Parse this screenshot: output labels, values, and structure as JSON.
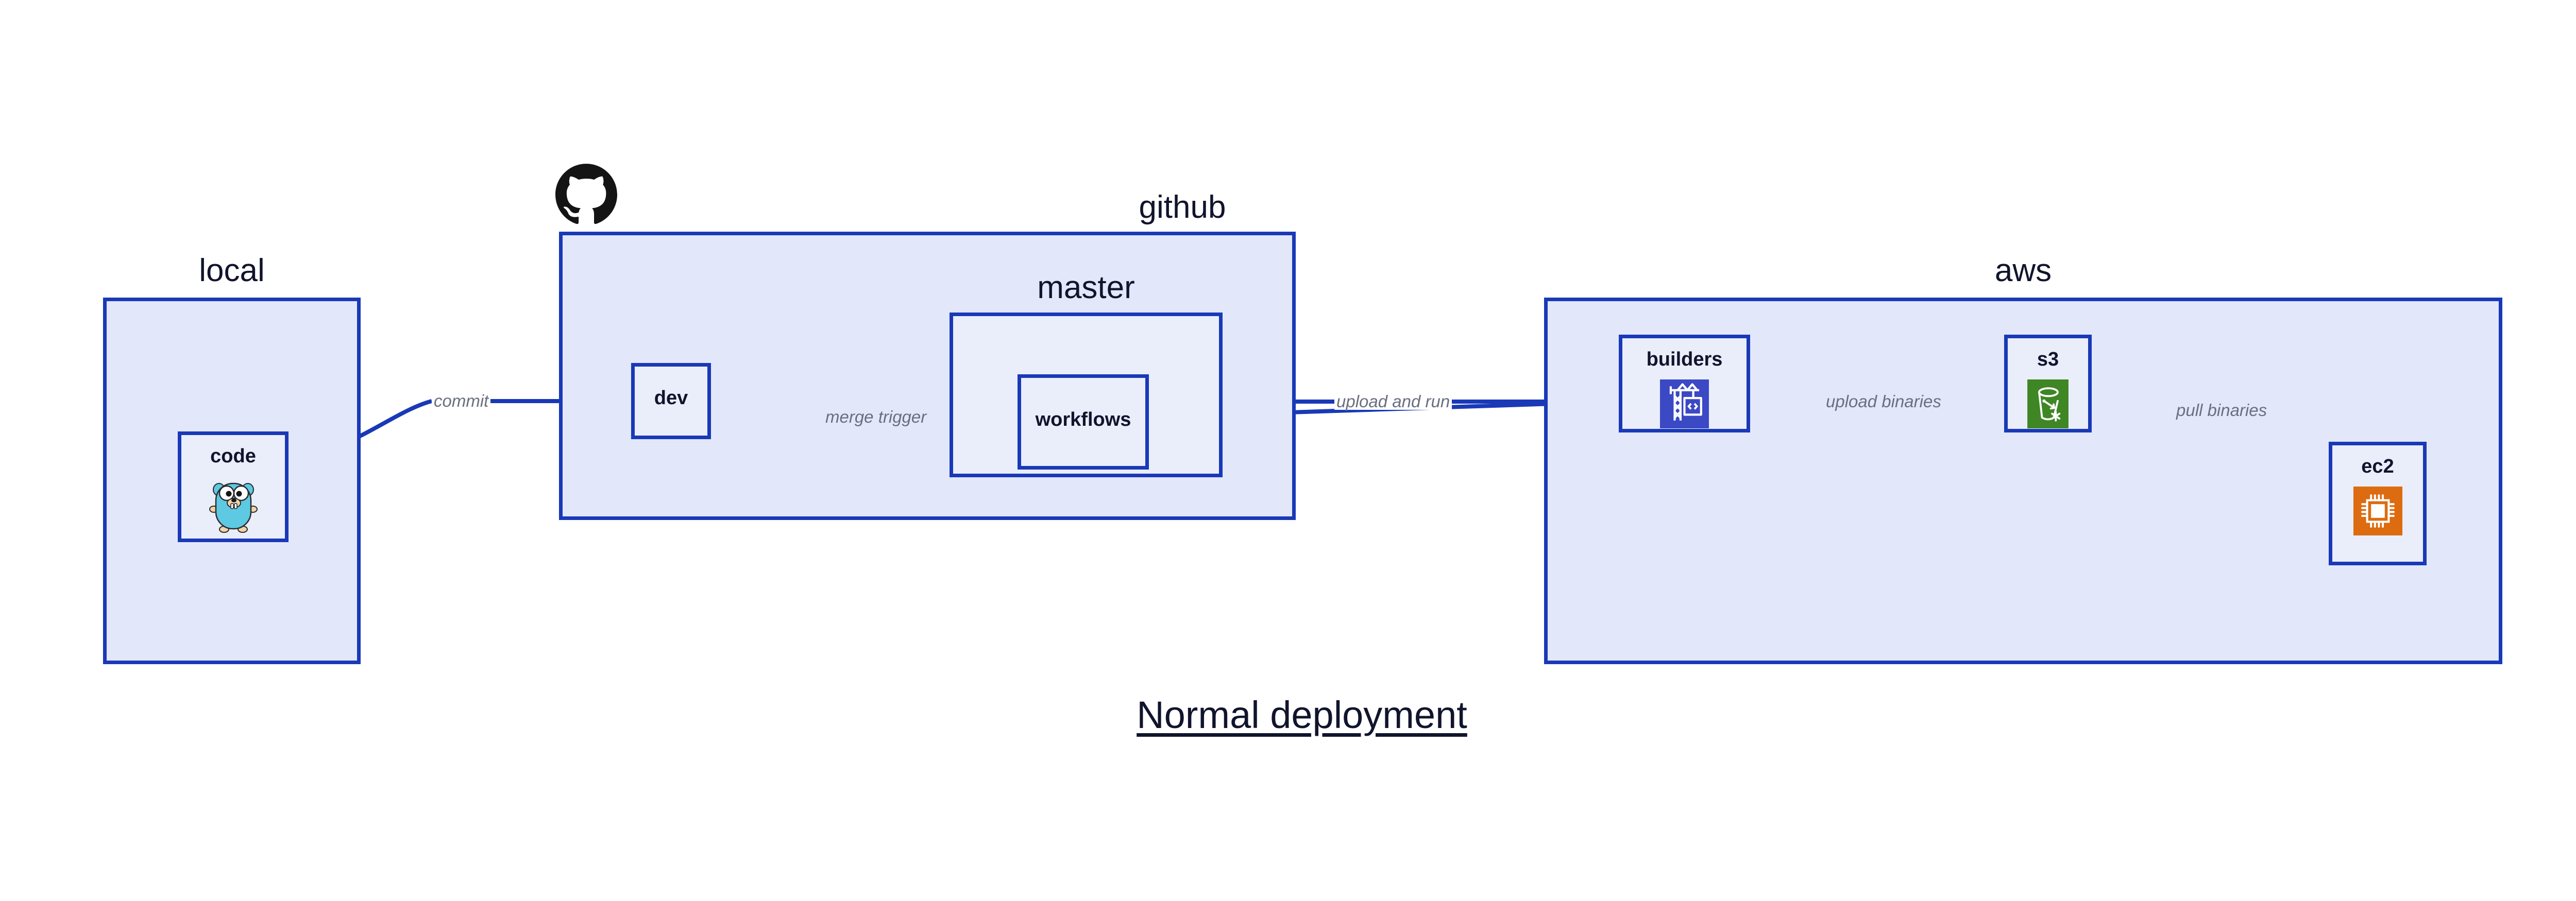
{
  "diagram": {
    "title": "Normal deployment",
    "colors": {
      "group_fill": "#e2e7fa",
      "node_fill": "#eaeefb",
      "border": "#1939b7",
      "label_text": "#10142c",
      "edge_label_text": "#6a6f80",
      "gopher_cyan": "#5dc9e2",
      "builders_indigo": "#3b49c4",
      "s3_green": "#3f8624",
      "ec2_orange": "#dd6b10",
      "github_black": "#141414"
    }
  },
  "groups": [
    {
      "id": "local",
      "label": "local"
    },
    {
      "id": "github",
      "label": "github"
    },
    {
      "id": "master",
      "label": "master"
    },
    {
      "id": "aws",
      "label": "aws"
    }
  ],
  "nodes": [
    {
      "id": "code",
      "label": "code",
      "icon": "go-gopher-icon"
    },
    {
      "id": "dev",
      "label": "dev",
      "icon": "none"
    },
    {
      "id": "workflows",
      "label": "workflows",
      "icon": "none"
    },
    {
      "id": "builders",
      "label": "builders",
      "icon": "aws-builders-crane-icon"
    },
    {
      "id": "s3",
      "label": "s3",
      "icon": "aws-s3-bucket-icon"
    },
    {
      "id": "ec2",
      "label": "ec2",
      "icon": "aws-ec2-chip-icon"
    }
  ],
  "edges": [
    {
      "id": "commit",
      "label": "commit",
      "from": "code",
      "to": "dev"
    },
    {
      "id": "merge-trigger",
      "label": "merge trigger",
      "from": "dev",
      "to": "workflows"
    },
    {
      "id": "upload-and-run",
      "label": "upload and run",
      "from": "workflows",
      "to": "builders"
    },
    {
      "id": "upload-binaries",
      "label": "upload binaries",
      "from": "builders",
      "to": "s3"
    },
    {
      "id": "pull-binaries",
      "label": "pull binaries",
      "from": "s3",
      "to": "ec2"
    }
  ],
  "brand": {
    "github_logo": "github-octocat-icon"
  }
}
